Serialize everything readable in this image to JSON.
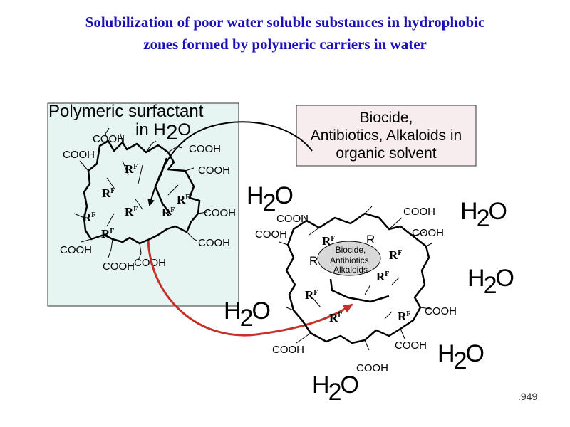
{
  "title": {
    "line1": "Solubilization of poor water soluble substances in hydrophobic",
    "line2": "zones formed by polymeric carriers in water"
  },
  "left_panel": {
    "label_line1": "Polymeric surfactant",
    "label_line2_prefix": "in H",
    "label_line2_sub": "2",
    "label_line2_suffix": "O"
  },
  "right_box": {
    "line1": "Biocide,",
    "line2": "Antibiotics, Alkaloids in",
    "line3": "organic solvent"
  },
  "core": {
    "line1": "Biocide,",
    "line2": "Antibiotics,",
    "line3": "Alkaloids"
  },
  "labels": {
    "cooh": "COOH",
    "h": "H",
    "sub2": "2",
    "o": "O",
    "r": "R",
    "f": "F"
  },
  "colors": {
    "title": "#1a0fb8",
    "panel_fill": "#e6f4f2",
    "box_fill": "#f7ecee",
    "arrow_red": "#c8302a"
  },
  "page_number": ".949"
}
